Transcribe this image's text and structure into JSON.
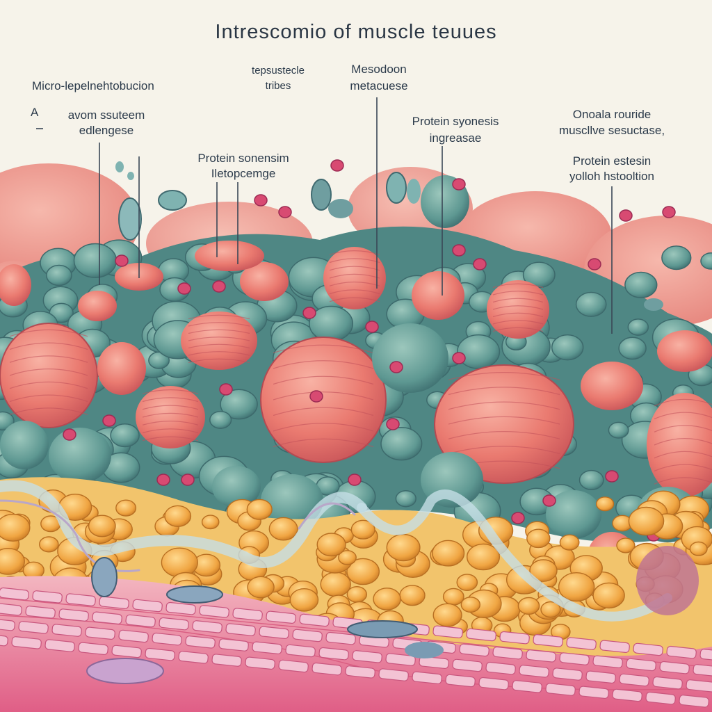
{
  "title": "Intrescomio of muscle teuues",
  "labels": [
    {
      "id": "l1",
      "text": "Micro-lepelnehtobucion"
    },
    {
      "id": "l2",
      "text": "A"
    },
    {
      "id": "l3",
      "text": "avom ssuteem"
    },
    {
      "id": "l4",
      "text": "edlengese"
    },
    {
      "id": "l5",
      "text": "Protein sonensim"
    },
    {
      "id": "l6",
      "text": "Iletopcemge"
    },
    {
      "id": "l7",
      "text": "tepsustecle"
    },
    {
      "id": "l8",
      "text": "tribes"
    },
    {
      "id": "l9",
      "text": "Mesodoon"
    },
    {
      "id": "l10",
      "text": "metacuese"
    },
    {
      "id": "l11",
      "text": "Protein syonesis"
    },
    {
      "id": "l12",
      "text": "ingreasae"
    },
    {
      "id": "l13",
      "text": "Onoala rouride"
    },
    {
      "id": "l14",
      "text": "muscllve sesuctase,"
    },
    {
      "id": "l15",
      "text": "Protein estesin"
    },
    {
      "id": "l16",
      "text": "yolloh hstooltion"
    }
  ],
  "colors": {
    "background": "#f6f3ea",
    "muscle": "#e9756e",
    "cell": "#5f9a94",
    "fat": "#eea43f",
    "membrane": "#cfe4ea",
    "red_cell": "#d84a72",
    "text": "#2b3a4a"
  }
}
